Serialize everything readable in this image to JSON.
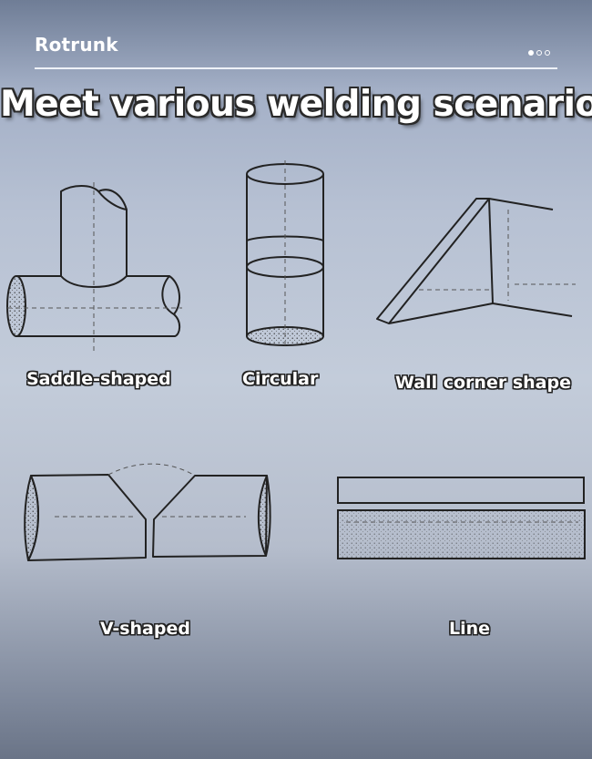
{
  "header": {
    "brand": "Rotrunk",
    "headline": "Meet various welding scenarios",
    "pager": {
      "total": 3,
      "active": 1
    }
  },
  "scenarios": [
    {
      "label": "Saddle-shaped",
      "icon": "saddle-weld-icon"
    },
    {
      "label": "Circular",
      "icon": "circular-weld-icon"
    },
    {
      "label": "Wall corner shape",
      "icon": "wall-corner-weld-icon"
    },
    {
      "label": "V-shaped",
      "icon": "v-groove-weld-icon"
    },
    {
      "label": "Line",
      "icon": "line-weld-icon"
    }
  ],
  "colors": {
    "ink": "#222222",
    "caption": "#ffffff",
    "rule": "#eef2f8"
  }
}
